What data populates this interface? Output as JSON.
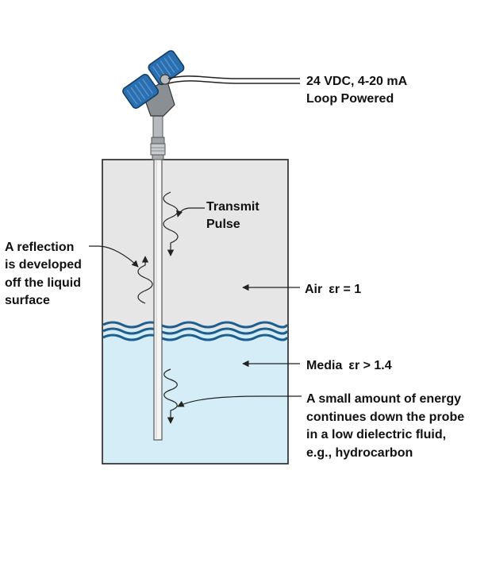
{
  "labels": {
    "power_line1": "24 VDC, 4-20 mA",
    "power_line2": "Loop Powered",
    "transmit_line1": "Transmit",
    "transmit_line2": "Pulse",
    "reflection_line1": "A reflection",
    "reflection_line2": "is developed",
    "reflection_line3": "off the liquid",
    "reflection_line4": "surface",
    "air_prefix": "Air",
    "air_formula": "εr = 1",
    "media_prefix": "Media",
    "media_formula": "εr > 1.4",
    "energy_line1": "A small amount of energy",
    "energy_line2": "continues down the probe",
    "energy_line3": "in a low dielectric fluid,",
    "energy_line4": "e.g., hydrocarbon"
  },
  "colors": {
    "air": "#e6e6e6",
    "liquid": "#d5edf7",
    "wave": "#1d5f8f",
    "housing_blue": "#2a6fb0",
    "housing_gray": "#8a8f94",
    "outline": "#222222"
  }
}
